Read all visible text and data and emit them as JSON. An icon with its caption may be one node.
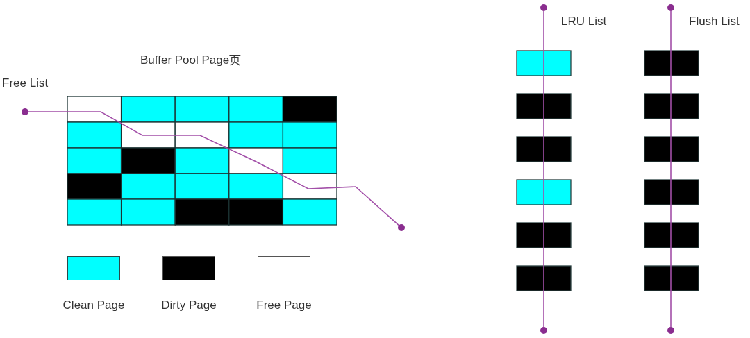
{
  "diagram": {
    "nodes": [
      {
        "text": [],
        "shape": "circle"
      },
      {
        "text": [],
        "shape": "circle"
      },
      {
        "text": [],
        "shape": "circle"
      },
      {
        "text": [],
        "shape": "circle"
      },
      {
        "text": [],
        "shape": "circle"
      },
      {
        "text": [],
        "shape": "circle"
      }
    ],
    "edges": [
      {
        "from": 0,
        "to": 1,
        "arrow": "none"
      },
      {
        "from": 2,
        "to": 3,
        "arrow": "none"
      },
      {
        "from": 4,
        "to": 5,
        "arrow": "none"
      }
    ],
    "labels": [
      "Buffer Pool Page页",
      "Free List",
      "LRU List",
      "Flush List"
    ],
    "legend": [
      {
        "text": "Clean Page",
        "color": "#00ffff"
      },
      {
        "text": "Dirty Page",
        "color": "#000000"
      },
      {
        "text": "Free Page",
        "color": "#ffffff"
      }
    ]
  }
}
